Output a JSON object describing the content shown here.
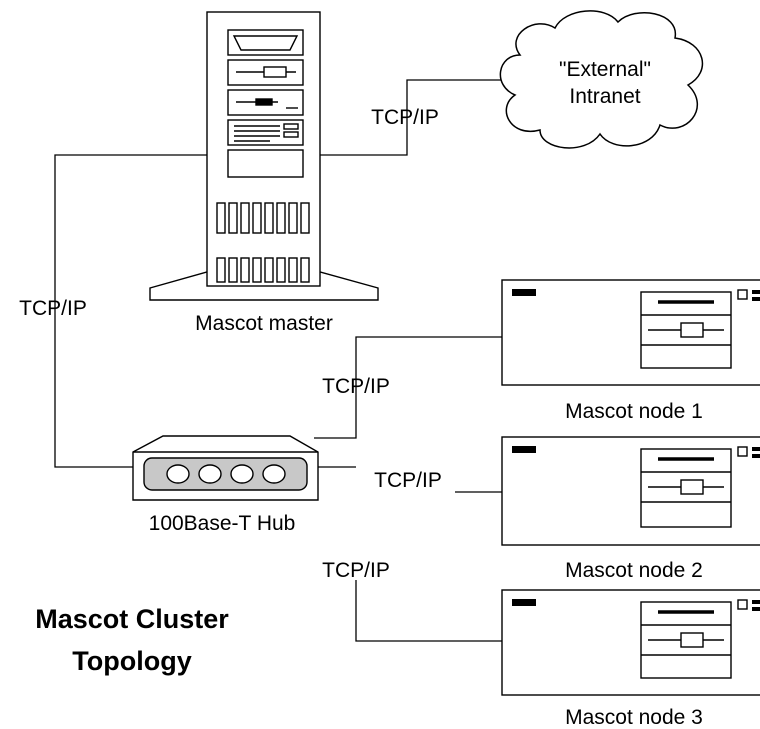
{
  "diagram": {
    "title_line1": "Mascot Cluster",
    "title_line2": "Topology",
    "cloud": {
      "line1": "\"External\"",
      "line2": "Intranet",
      "icon": "cloud-icon"
    },
    "master": {
      "label": "Mascot master",
      "icon": "tower-server-icon"
    },
    "hub": {
      "label": "100Base-T Hub",
      "icon": "network-hub-icon"
    },
    "nodes": [
      {
        "label": "Mascot node 1",
        "icon": "rack-server-icon"
      },
      {
        "label": "Mascot node 2",
        "icon": "rack-server-icon"
      },
      {
        "label": "Mascot node 3",
        "icon": "rack-server-icon"
      }
    ],
    "links": {
      "master_cloud": "TCP/IP",
      "master_hub": "TCP/IP",
      "hub_node1": "TCP/IP",
      "hub_node2": "TCP/IP",
      "hub_node3": "TCP/IP"
    }
  }
}
